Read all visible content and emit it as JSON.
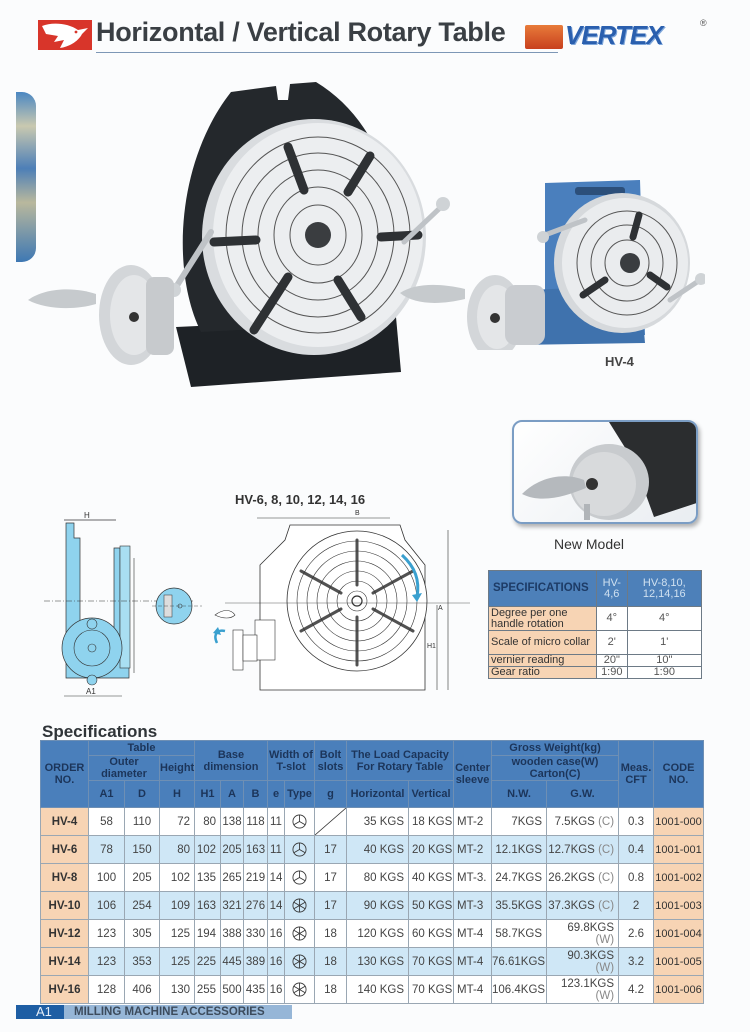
{
  "header": {
    "title": "Horizontal / Vertical Rotary Table",
    "brand": "VERTEX",
    "brand_reg": "®",
    "logo_icon": "eagle-logo-icon"
  },
  "photos": {
    "hv4_label": "HV-4",
    "new_model_label": "New Model"
  },
  "drawing": {
    "title": "HV-6, 8, 10, 12, 14, 16",
    "dim_labels": {
      "H": "H",
      "A1": "A1",
      "B": "B",
      "A": "A",
      "H1": "H1"
    }
  },
  "small_spec": {
    "headers": [
      "SPECIFICATIONS",
      "HV-4,6",
      "HV-8,10, 12,14,16"
    ],
    "rows": [
      {
        "label": "Degree per one handle rotation",
        "v1": "4°",
        "v2": "4°"
      },
      {
        "label": "Scale of micro collar",
        "v1": "2'",
        "v2": "1'"
      },
      {
        "label": "vernier reading",
        "v1": "20\"",
        "v2": "10\""
      },
      {
        "label": "Gear ratio",
        "v1": "1:90",
        "v2": "1:90"
      }
    ]
  },
  "spec_table": {
    "title": "Specifications",
    "headers": {
      "order_no": "ORDER NO.",
      "table": "Table",
      "outer_diameter": "Outer diameter",
      "height": "Height",
      "base_dimension": "Base dimension",
      "width_tslot": "Width of T-slot",
      "bolt_slots": "Bolt slots",
      "load_capacity": "The Load Capacity For Rotary Table",
      "center_sleeve": "Center sleeve",
      "gross_weight": "Gross Weight(kg)",
      "gross_weight_sub": "wooden case(W) Carton(C)",
      "meas_cft": "Meas. CFT",
      "code_no": "CODE NO.",
      "sub": [
        "A1",
        "D",
        "H",
        "H1",
        "A",
        "B",
        "e",
        "Type",
        "g",
        "Horizontal",
        "Vertical",
        "N.W.",
        "G.W."
      ]
    },
    "rows": [
      {
        "order": "HV-4",
        "A1": "58",
        "D": "110",
        "H": "72",
        "H1": "80",
        "A": "138",
        "B": "118",
        "e": "11",
        "type": "3-slot",
        "g": "",
        "horizontal": "35 KGS",
        "vertical": "18 KGS",
        "sleeve": "MT-2",
        "nw": "7KGS",
        "gw": "7.5KGS",
        "gw_case": "(C)",
        "cft": "0.3",
        "code": "1001-000"
      },
      {
        "order": "HV-6",
        "A1": "78",
        "D": "150",
        "H": "80",
        "H1": "102",
        "A": "205",
        "B": "163",
        "e": "11",
        "type": "3-slot",
        "g": "17",
        "horizontal": "40 KGS",
        "vertical": "20 KGS",
        "sleeve": "MT-2",
        "nw": "12.1KGS",
        "gw": "12.7KGS",
        "gw_case": "(C)",
        "cft": "0.4",
        "code": "1001-001"
      },
      {
        "order": "HV-8",
        "A1": "100",
        "D": "205",
        "H": "102",
        "H1": "135",
        "A": "265",
        "B": "219",
        "e": "14",
        "type": "3-slot",
        "g": "17",
        "horizontal": "80 KGS",
        "vertical": "40 KGS",
        "sleeve": "MT-3.",
        "nw": "24.7KGS",
        "gw": "26.2KGS",
        "gw_case": "(C)",
        "cft": "0.8",
        "code": "1001-002"
      },
      {
        "order": "HV-10",
        "A1": "106",
        "D": "254",
        "H": "109",
        "H1": "163",
        "A": "321",
        "B": "276",
        "e": "14",
        "type": "6-slot",
        "g": "17",
        "horizontal": "90 KGS",
        "vertical": "50 KGS",
        "sleeve": "MT-3",
        "nw": "35.5KGS",
        "gw": "37.3KGS",
        "gw_case": "(C)",
        "cft": "2",
        "code": "1001-003"
      },
      {
        "order": "HV-12",
        "A1": "123",
        "D": "305",
        "H": "125",
        "H1": "194",
        "A": "388",
        "B": "330",
        "e": "16",
        "type": "6-slot",
        "g": "18",
        "horizontal": "120 KGS",
        "vertical": "60 KGS",
        "sleeve": "MT-4",
        "nw": "58.7KGS",
        "gw": "69.8KGS",
        "gw_case": "(W)",
        "cft": "2.6",
        "code": "1001-004"
      },
      {
        "order": "HV-14",
        "A1": "123",
        "D": "353",
        "H": "125",
        "H1": "225",
        "A": "445",
        "B": "389",
        "e": "16",
        "type": "6-slot",
        "g": "18",
        "horizontal": "130 KGS",
        "vertical": "70 KGS",
        "sleeve": "MT-4",
        "nw": "76.61KGS",
        "gw": "90.3KGS",
        "gw_case": "(W)",
        "cft": "3.2",
        "code": "1001-005"
      },
      {
        "order": "HV-16",
        "A1": "128",
        "D": "406",
        "H": "130",
        "H1": "255",
        "A": "500",
        "B": "435",
        "e": "16",
        "type": "6-slot",
        "g": "18",
        "horizontal": "140 KGS",
        "vertical": "70 KGS",
        "sleeve": "MT-4",
        "nw": "106.4KGS",
        "gw": "123.1KGS",
        "gw_case": "(W)",
        "cft": "4.2",
        "code": "1001-006"
      }
    ]
  },
  "footer": {
    "page": "A1",
    "section": "MILLING MACHINE ACCESSORIES"
  },
  "colors": {
    "header_blue": "#4a7fbb",
    "row_blue": "#cfe7f6",
    "order_peach": "#f7d4b4",
    "brand_blue": "#2a5fae",
    "logo_red": "#d8352a"
  }
}
